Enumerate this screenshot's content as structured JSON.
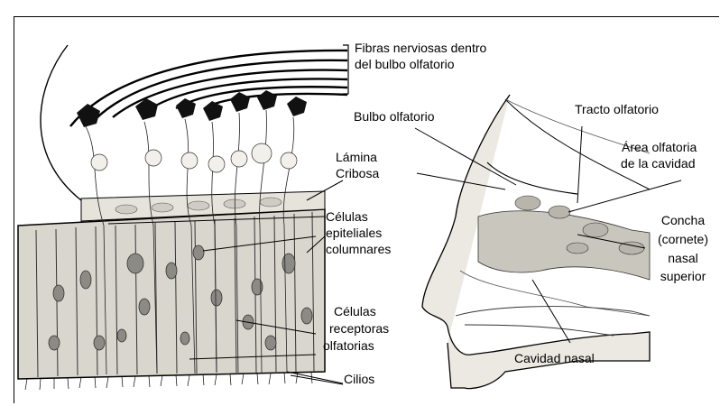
{
  "figure": {
    "labels": {
      "fibras_1": "Fibras nerviosas dentro",
      "fibras_2": "del bulbo olfatorio",
      "bulbo": "Bulbo olfatorio",
      "tracto": "Tracto olfatorio",
      "area_1": "Área olfatoria",
      "area_2": "de la cavidad",
      "lamina_1": "Lámina",
      "lamina_2": "Cribosa",
      "celulas_1": "Células",
      "celulas_2": "epiteliales",
      "celulas_3": "columnares",
      "concha_1": "Concha",
      "concha_2": "(cornete)",
      "concha_3": "nasal",
      "concha_4": "superior",
      "receptoras_1": "Células",
      "receptoras_2": "receptoras",
      "receptoras_3": "olfatorias",
      "cavidad": "Cavidad nasal",
      "cilios": "Cilios"
    },
    "colors": {
      "ink": "#000000",
      "tissue": "#d9d6ce",
      "shade": "#b8b5ad"
    }
  }
}
